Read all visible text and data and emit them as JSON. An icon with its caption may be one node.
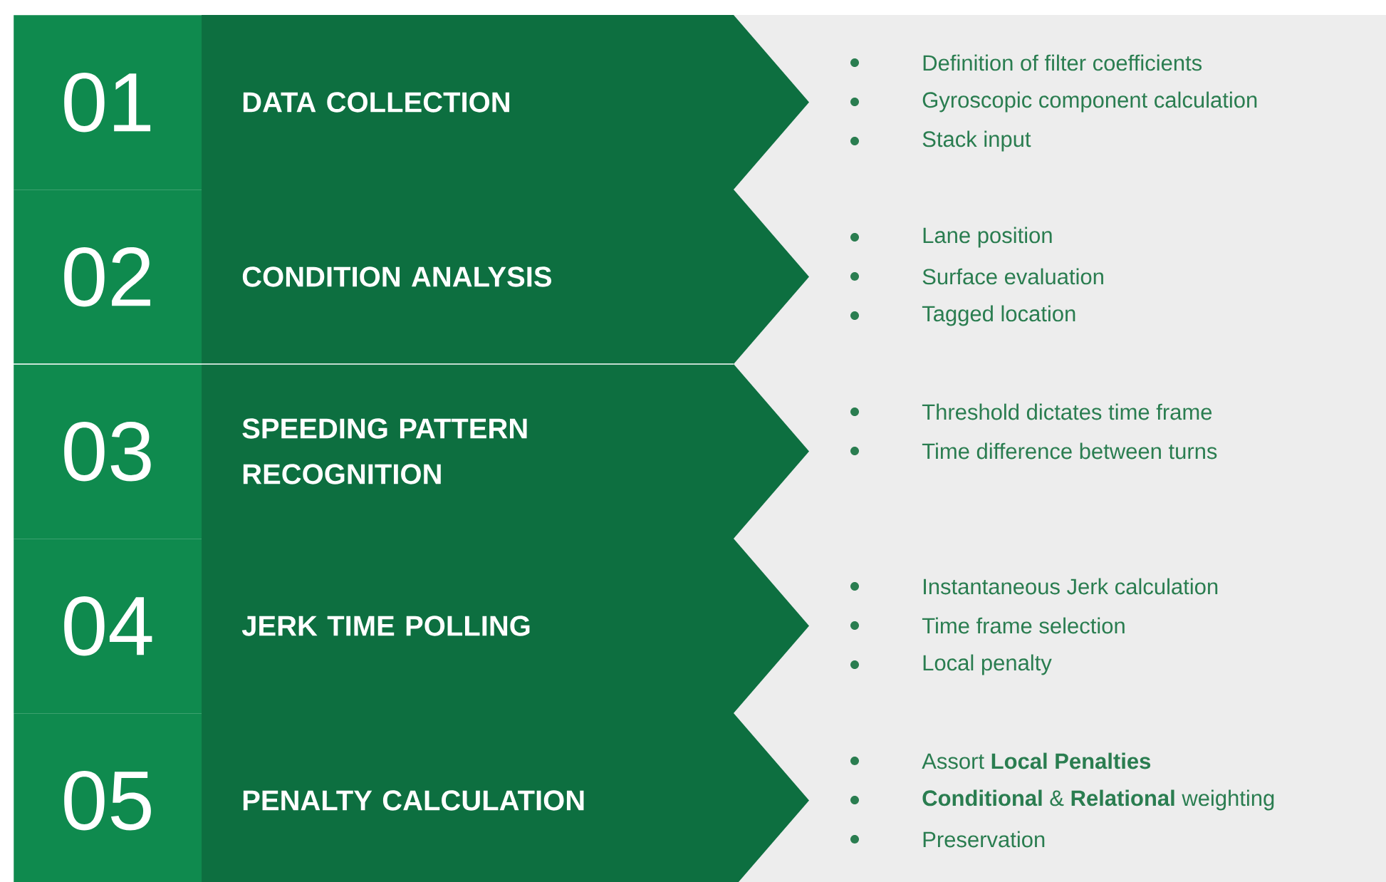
{
  "diagram": {
    "nodes": [
      {
        "text": [
          "01"
        ]
      },
      {
        "text": [
          "DATA COLLECTION"
        ],
        "beside": [
          "Definition of filter coefficients",
          "Gyroscopic component calculation",
          "Stack input"
        ]
      },
      {
        "text": [
          "02"
        ]
      },
      {
        "text": [
          "CONDITION ANALYSIS"
        ],
        "beside": [
          "Lane position",
          "Surface evaluation",
          "Tagged location"
        ]
      },
      {
        "text": [
          "03"
        ]
      },
      {
        "text": [
          "SPEEDING PATTERN RECOGNITION"
        ],
        "beside": [
          "Threshold dictates time frame",
          "Time difference between turns"
        ]
      },
      {
        "text": [
          "04"
        ]
      },
      {
        "text": [
          "JERK TIME POLLING"
        ],
        "beside": [
          "Instantaneous Jerk calculation",
          "Time frame selection",
          "Local penalty"
        ]
      },
      {
        "text": [
          "05"
        ]
      },
      {
        "text": [
          "PENALTY CALCULATION"
        ],
        "beside": [
          "Assort **Local Penalties**",
          "**Conditional** & **Relational** weighting",
          "Preservation"
        ]
      }
    ]
  }
}
